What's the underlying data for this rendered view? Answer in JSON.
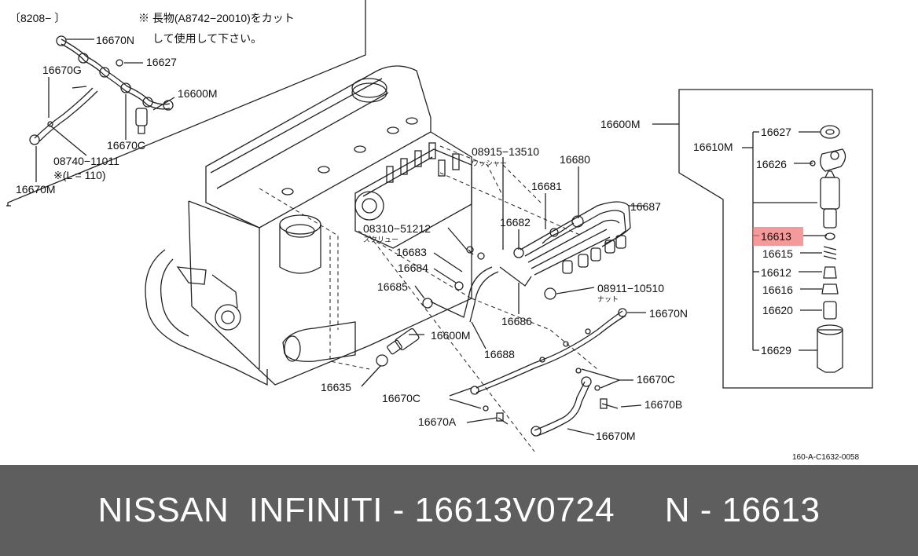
{
  "colors": {
    "highlight": "#f07878",
    "caption_bg": "#5e5e5e",
    "caption_text": "#ffffff",
    "line": "#222222"
  },
  "inset": {
    "bracket": "〔8208−        〕",
    "note_line1": "※ 長物(A8742−20010)をカット",
    "note_line2": "して使用して下さい。",
    "labels": {
      "p16670N": "16670N",
      "p16627": "16627",
      "p16670G": "16670G",
      "p16600M": "16600M",
      "p16670C": "16670C",
      "p08740": "08740−11011",
      "length_note": "※(L = 110)",
      "p16670M": "16670M"
    }
  },
  "main": {
    "labels": {
      "p08915": "08915−13510",
      "washer_kana": "ワッシャー",
      "p16680": "16680",
      "p16681": "16681",
      "p16687": "16687",
      "p16682": "16682",
      "p08310": "08310−51212",
      "screw_kana": "スクリュー",
      "p16683": "16683",
      "p16684": "16684",
      "p16685": "16685",
      "p08911": "08911−10510",
      "nut_kana": "ナット",
      "p16686": "16686",
      "p16600M": "16600M",
      "p16688": "16688",
      "p16670N": "16670N",
      "p16635": "16635",
      "p16670C_left": "16670C",
      "p16670C_right": "16670C",
      "p16670B": "16670B",
      "p16670A": "16670A",
      "p16670M": "16670M"
    }
  },
  "detail": {
    "labels": {
      "p16600M": "16600M",
      "p16610M": "16610M",
      "p16627": "16627",
      "p16626": "16626",
      "p16613": "16613",
      "p16615": "16615",
      "p16612": "16612",
      "p16616": "16616",
      "p16620": "16620",
      "p16629": "16629"
    },
    "highlighted_part": "16613"
  },
  "diagram_code": "160-A-C1632-0058",
  "caption": "NISSAN  INFINITI - 16613V0724     N - 16613"
}
